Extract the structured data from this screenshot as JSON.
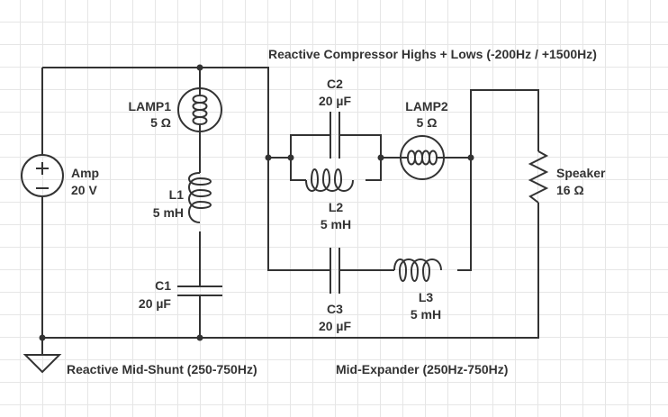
{
  "titles": {
    "compressor": "Reactive Compressor Highs + Lows (-200Hz / +1500Hz)",
    "shunt": "Reactive Mid-Shunt (250-750Hz)",
    "expander": "Mid-Expander (250Hz-750Hz)"
  },
  "components": {
    "amp": {
      "name": "Amp",
      "value": "20 V"
    },
    "lamp1": {
      "name": "LAMP1",
      "value": "5 Ω"
    },
    "l1": {
      "name": "L1",
      "value": "5 mH"
    },
    "c1": {
      "name": "C1",
      "value": "20 µF"
    },
    "c2": {
      "name": "C2",
      "value": "20 µF"
    },
    "l2": {
      "name": "L2",
      "value": "5 mH"
    },
    "lamp2": {
      "name": "LAMP2",
      "value": "5 Ω"
    },
    "c3": {
      "name": "C3",
      "value": "20 µF"
    },
    "l3": {
      "name": "L3",
      "value": "5 mH"
    },
    "speaker": {
      "name": "Speaker",
      "value": "16 Ω"
    }
  }
}
